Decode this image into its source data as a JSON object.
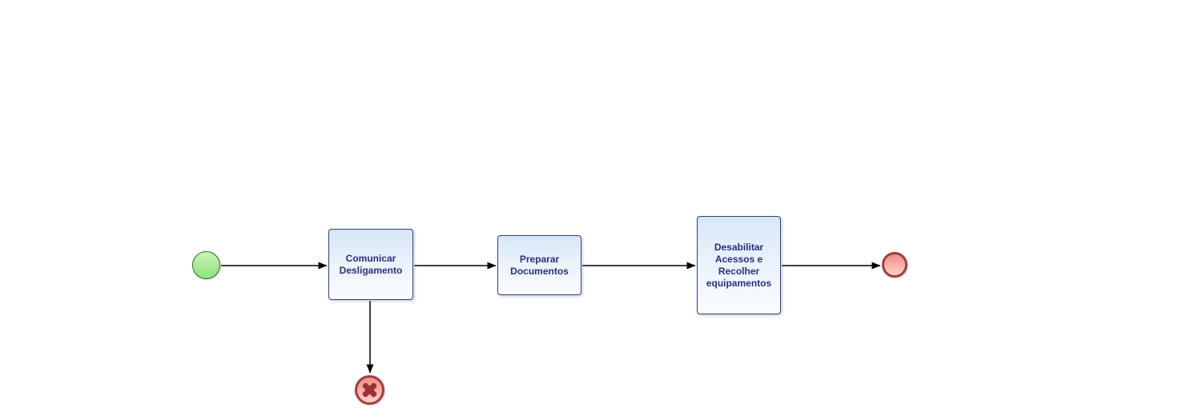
{
  "colors": {
    "canvas-bg": "#ffffff",
    "flow-line": "#000000",
    "task-border": "#2e3d8f",
    "task-fill-top": "#d6e6f7",
    "task-fill-bottom": "#fbfdff",
    "task-text": "#252f8d",
    "start-border": "#2f6b28",
    "start-fill-top": "#c9f3b7",
    "start-fill-bottom": "#8be477",
    "end-border": "#a53b3e",
    "end-fill-top": "#ef8c86",
    "end-fill-bottom": "#fbd2c8",
    "cancel-x": "#9c3134"
  },
  "diagram": {
    "type": "bpmn-flow",
    "events": [
      {
        "id": "start-event",
        "kind": "start",
        "label": ""
      },
      {
        "id": "end-event",
        "kind": "end",
        "label": ""
      },
      {
        "id": "cancel-end-event",
        "kind": "cancel",
        "icon": "x-cross-icon",
        "label": ""
      }
    ],
    "tasks": [
      {
        "id": "task-comunicar-desligamento",
        "label": "Comunicar Desligamento"
      },
      {
        "id": "task-preparar-documentos",
        "label": "Preparar Documentos"
      },
      {
        "id": "task-desabilitar-acessos",
        "label": "Desabilitar Acessos e Recolher equipamentos"
      }
    ],
    "connectors": [
      {
        "from": "start-event",
        "to": "task-comunicar-desligamento"
      },
      {
        "from": "task-comunicar-desligamento",
        "to": "task-preparar-documentos"
      },
      {
        "from": "task-preparar-documentos",
        "to": "task-desabilitar-acessos"
      },
      {
        "from": "task-desabilitar-acessos",
        "to": "end-event"
      },
      {
        "from": "task-comunicar-desligamento",
        "to": "cancel-end-event"
      }
    ]
  }
}
